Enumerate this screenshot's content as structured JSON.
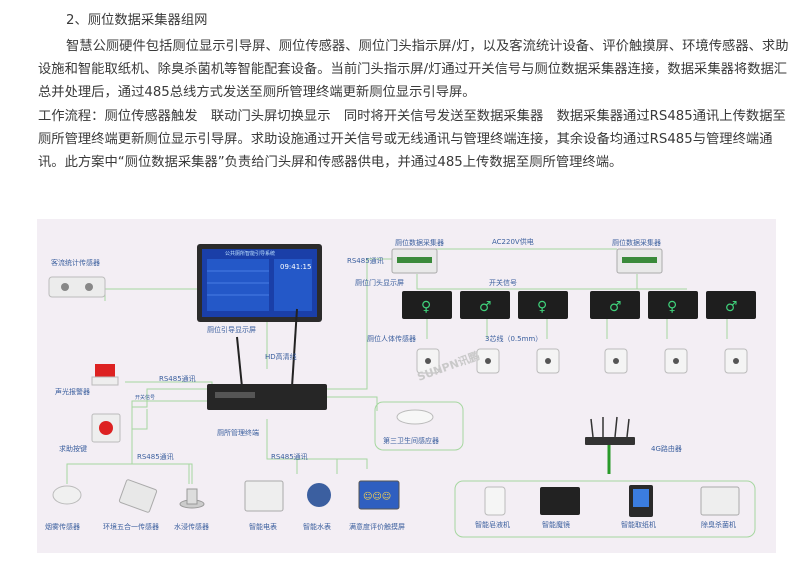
{
  "heading": "2、厕位数据采集器组网",
  "paragraph": "智慧公厕硬件包括厕位显示引导屏、厕位传感器、厕位门头指示屏/灯，以及客流统计设备、评价触摸屏、环境传感器、求助设施和智能取纸机、除臭杀菌机等智能配套设备。当前门头指示屏/灯通过开关信号与厕位数据采集器连接，数据采集器将数据汇总并处理后，通过485总线方式发送至厕所管理终端更新厕位显示引导屏。",
  "workflow": "工作流程：厕位传感器触发　联动门头屏切换显示　同时将开关信号发送至数据采集器　数据采集器通过RS485通讯上传数据至厕所管理终端更新厕位显示引导屏。求助设施通过开关信号或无线通讯与管理终端连接，其余设备均通过RS485与管理终端通讯。此方案中“厕位数据采集器”负责给门头屏和传感器供电，并通过485上传数据至厕所管理终端。",
  "diagram": {
    "labels": {
      "passenger_sensor": "客流统计传感器",
      "guide_screen": "厕位引导显示屏",
      "hd_line": "HD高清线",
      "terminal": "厕所管理终端",
      "rs485_left": "RS485通讯",
      "switch_signal_left": "开关信号",
      "alarm": "声光报警器",
      "help_button": "求助按键",
      "rs485_lower_left": "RS485通讯",
      "rs485_lower_mid": "RS485通讯",
      "collector_1": "厕位数据采集器",
      "collector_2": "厕位数据采集器",
      "ac220": "AC220V供电",
      "rs485_top": "RS485通讯",
      "door_screen": "厕位门头显示屏",
      "switch_signal": "开关信号",
      "body_sensor": "厕位人体传感器",
      "wire_3": "3芯线（0.5mm）",
      "third_sensor": "第三卫生间感应器",
      "router": "4G路由器",
      "smoke": "烟雾传感器",
      "env5": "环境五合一传感器",
      "water": "水浸传感器",
      "meter_e": "智能电表",
      "meter_w": "智能水表",
      "touch": "满意度评价触摸屏",
      "soap": "智能皂液机",
      "mirror": "智能魔镜",
      "paper": "智能取纸机",
      "deodor": "除臭杀菌机"
    },
    "screen_title": "公共厕所智能引导系统",
    "screen_time": "09:41:15",
    "watermark": "SUNPN讯鹏",
    "colors": {
      "line": "#9fd39a",
      "label": "#3b5f9e",
      "screen": "#1a3fa8",
      "bg": "#f3eef4"
    }
  }
}
